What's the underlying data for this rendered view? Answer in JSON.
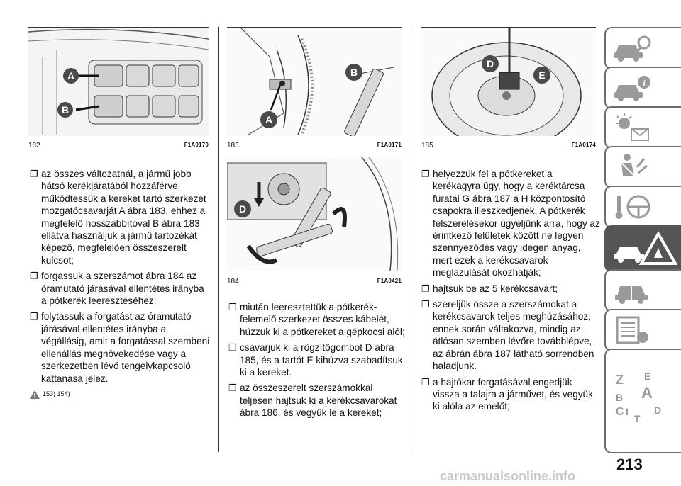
{
  "figures": [
    {
      "number": "182",
      "code": "F1A0170",
      "labels": [
        "A",
        "B"
      ]
    },
    {
      "number": "183",
      "code": "F1A0171",
      "labels": [
        "B",
        "A"
      ]
    },
    {
      "number": "184",
      "code": "F1A0421",
      "labels": [
        "D"
      ]
    },
    {
      "number": "185",
      "code": "F1A0174",
      "labels": [
        "D",
        "E"
      ]
    }
  ],
  "column1": {
    "items": [
      "az összes változatnál, a jármű jobb hátsó kerékjáratából hozzáférve működtessük a kereket tartó szerkezet mozgatócsavarját A ábra 183, ehhez a megfelelő hosszabbítóval B ábra 183 ellátva használjuk a jármű tartozékát képező, megfelelően összeszerelt kulcsot;",
      "forgassuk a szerszámot ábra 184 az óramutató járásával ellentétes irányba a pótkerék leeresztéséhez;",
      "folytassuk a forgatást az óramutató járásával ellentétes irányba a végállásig, amit a forgatással szembeni ellenállás megnövekedése vagy a szerkezetben lévő tengelykapcsoló kattanása jelez."
    ],
    "warning_refs": "153) 154)"
  },
  "column2": {
    "items": [
      "miután leeresztettük a pótkerék-felemelő szerkezet összes kábelét, húzzuk ki a pótkereket a gépkocsi alól;",
      "csavarjuk ki a rögzítőgombot D ábra 185, és a tartót E kihúzva szabadítsuk ki a kereket.",
      "az összeszerelt szerszámokkal teljesen hajtsuk ki a kerékcsavarokat ábra 186, és vegyük le a kereket;"
    ]
  },
  "column3": {
    "items": [
      "helyezzük fel a pótkereket a kerékagyra úgy, hogy a keréktárcsa furatai G ábra 187 a H központosító csapokra illeszkedjenek. A pótkerék felszerelésekor ügyeljünk arra, hogy az érintkező felületek között ne legyen szennyeződés vagy idegen anyag, mert ezek a kerékcsavarok meglazulását okozhatják;",
      "hajtsuk be az 5 kerékcsavart;",
      "szereljük össze a szerszámokat a kerékcsavarok teljes meghúzásához, ennek során váltakozva, mindig az átlósan szemben lévőre továbblépve, az ábrán ábra 187 látható sorrendben haladjunk.",
      "a hajtókar forgatásával engedjük vissza a talajra a járművet, és vegyük ki alóla az emelőt;"
    ]
  },
  "bullet_char": "❐",
  "sidebar": {
    "tabs": [
      {
        "icon": "car-search-icon",
        "active": false
      },
      {
        "icon": "car-info-icon",
        "active": false
      },
      {
        "icon": "warning-lights-icon",
        "active": false
      },
      {
        "icon": "seat-belt-icon",
        "active": false
      },
      {
        "icon": "steering-wheel-key-icon",
        "active": false
      },
      {
        "icon": "car-emergency-icon",
        "active": true
      },
      {
        "icon": "car-maintenance-icon",
        "active": false
      },
      {
        "icon": "technical-data-icon",
        "active": false
      },
      {
        "icon": "alphabetical-index-icon",
        "active": false
      }
    ],
    "index_letters": [
      "Z",
      "E",
      "B",
      "A",
      "I",
      "C",
      "T",
      "D"
    ]
  },
  "page_number": "213",
  "watermark": "carmanualsonline.info",
  "colors": {
    "tab_border": "#6d6d6d",
    "tab_active": "#555555",
    "callout": "#4a4a4a"
  }
}
